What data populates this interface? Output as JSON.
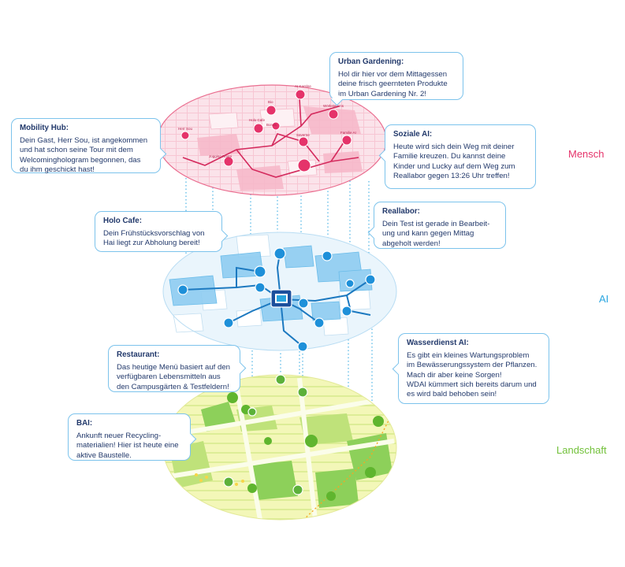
{
  "colors": {
    "mensch": "#e5336a",
    "ai": "#2aa6e0",
    "landschaft": "#72c13a",
    "callout_border": "#7cc3ec",
    "callout_text": "#22396b"
  },
  "layers": {
    "mensch": "Mensch",
    "ai": "AI",
    "landschaft": "Landschaft"
  },
  "callouts": {
    "urban_gardening": {
      "title": "Urban Gardening:",
      "body": "Hol dir hier vor dem Mittagessen\ndeine frisch geernteten Produkte\nim Urban Gardening Nr. 2!"
    },
    "mobility_hub": {
      "title": "Mobility Hub:",
      "body": "Dein Gast, Herr Sou, ist angekommen\nund hat schon seine Tour mit dem\nWelcominghologram begonnen, das\ndu ihm geschickt hast!"
    },
    "soziale_ai": {
      "title": "Soziale AI:",
      "body": "Heute wird sich dein Weg mit deiner\nFamilie kreuzen. Du kannst deine\nKinder und Lucky auf dem Weg zum\nReallabor gegen 13:26 Uhr treffen!"
    },
    "holo_cafe": {
      "title": "Holo Cafe:",
      "body": "Dein Frühstücksvorschlag von\nHai liegt zur Abholung bereit!"
    },
    "reallabor": {
      "title": "Reallabor:",
      "body": "Dein Test ist gerade in Bearbeit-\nung und kann gegen Mittag\nabgeholt werden!"
    },
    "restaurant": {
      "title": "Restaurant:",
      "body": "Das heutige Menü basiert auf den\nverfügbaren Lebensmitteln aus\nden Campusgärten & Testfeldern!"
    },
    "wasserdienst_ai": {
      "title": "Wasserdienst AI:",
      "body": "Es gibt ein kleines Wartungsproblem\nim Bewässerungssystem der Pflanzen.\nMach dir aber keine Sorgen!\nWDAI kümmert sich bereits darum und\nes wird bald behoben sein!"
    },
    "bai": {
      "title": "BAI:",
      "body": "Ankunft neuer Recycling-\nmaterialien! Hier ist heute eine\naktive Baustelle."
    }
  },
  "map_labels": {
    "ai_kantine": "AI Kantine",
    "bio": "Bio",
    "holo_cafe": "Holo Cafe",
    "bonds": "Bonds",
    "woerkstations": "Wörkstations",
    "herr_sou": "Herr Sou",
    "joggingtrack": "Jogging Route",
    "saverne": "Saverne",
    "familie_ai": "Familie AI"
  }
}
